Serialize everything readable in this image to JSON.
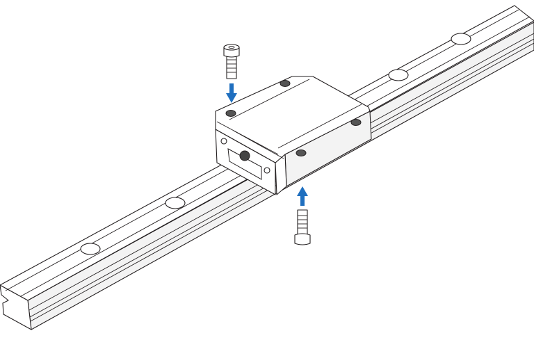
{
  "diagram": {
    "subject": "linear-guide-rail-with-carriage-block",
    "colors": {
      "line": "#231f20",
      "arrow": "#1f6fbf",
      "background": "#ffffff"
    },
    "mounting_holes_on_rail": 4,
    "bolts": 2
  }
}
